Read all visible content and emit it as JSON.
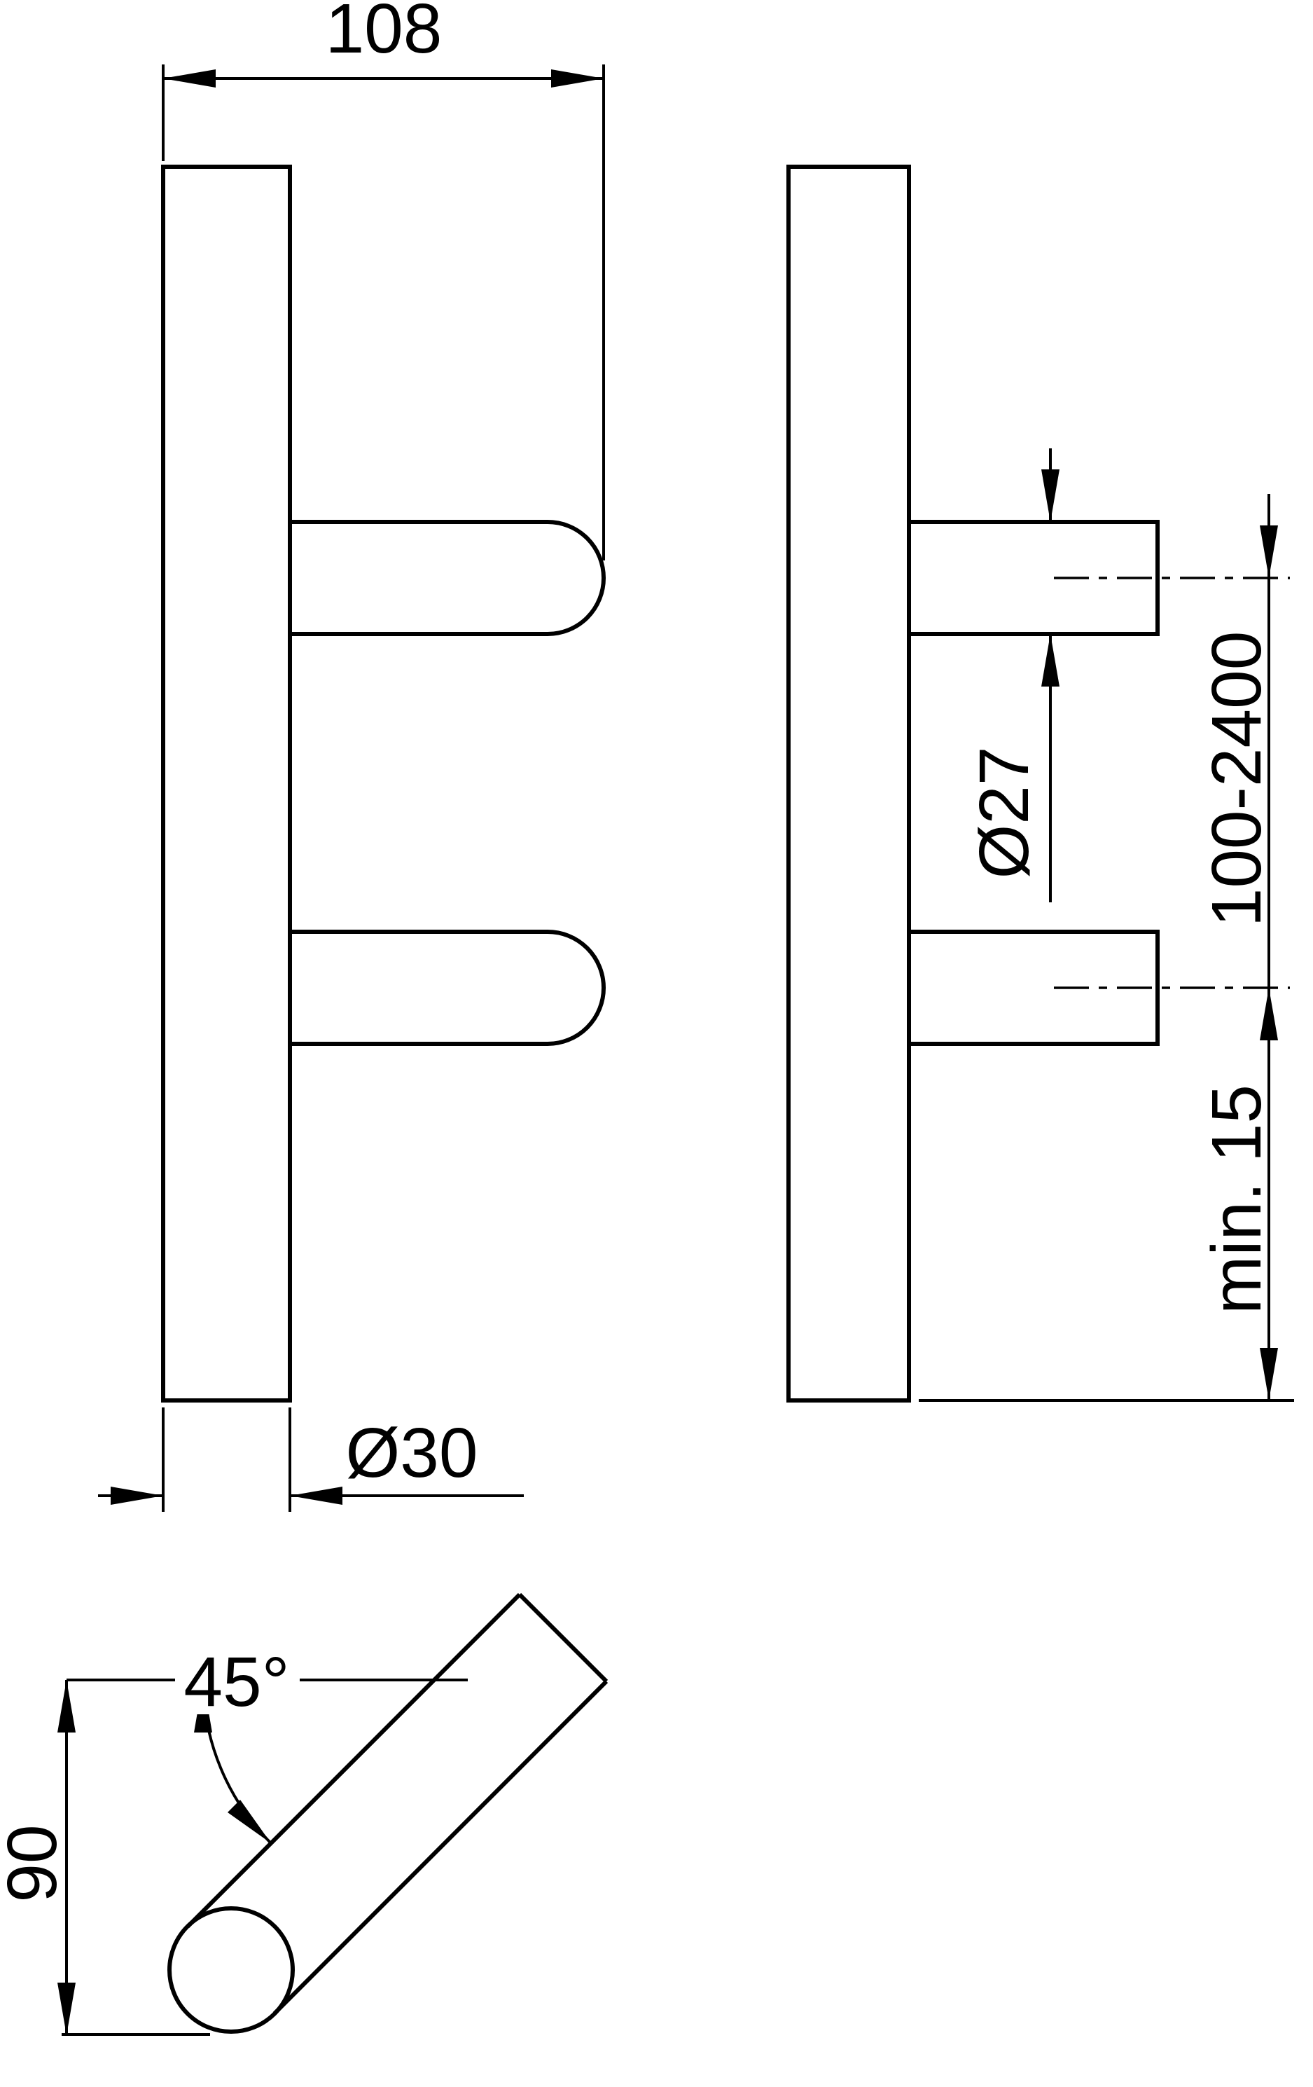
{
  "drawing": {
    "kind": "technical-drawing",
    "subject": "door pull handle with two supports, front view, side view and 45-degree support detail",
    "line_color": "#000000",
    "background_color": "#ffffff"
  },
  "dimensions": {
    "overall_depth": "108",
    "bar_diameter": "Ø30",
    "support_diameter": "Ø27",
    "fixing_centers": "100-2400",
    "min_end_distance": "min. 15",
    "detail_height": "90",
    "detail_angle": "45°"
  }
}
